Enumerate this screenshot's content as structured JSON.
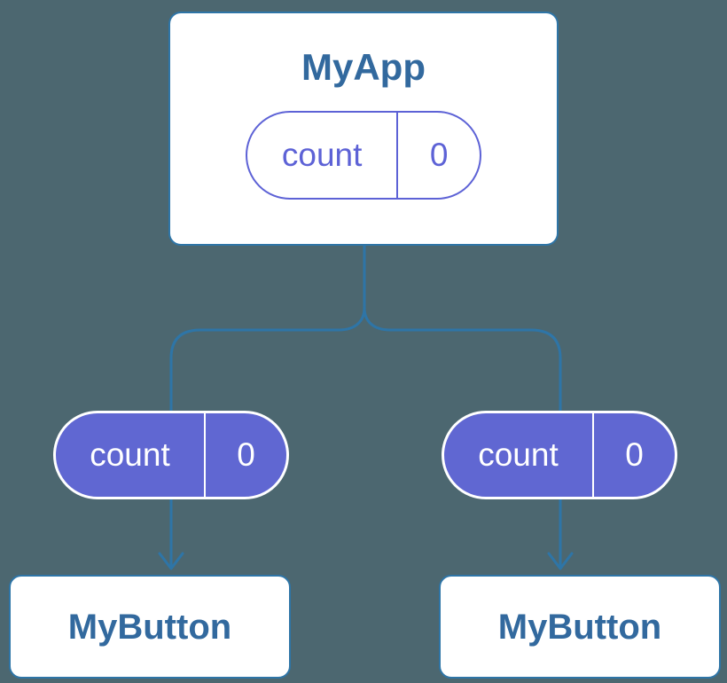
{
  "colors": {
    "background": "#4c6770",
    "connector_blue": "#2e75a7",
    "node_border_blue": "#2e75a7",
    "node_text_blue": "#32699e",
    "pill_fill_purple": "#6067d2",
    "pill_outline_purple": "#5d62d6",
    "pill_solid_text": "#ffffff"
  },
  "app": {
    "name": "MyApp",
    "state_pill": {
      "label": "count",
      "value": "0"
    }
  },
  "prop_pills": [
    {
      "label": "count",
      "value": "0"
    },
    {
      "label": "count",
      "value": "0"
    }
  ],
  "buttons": [
    {
      "name": "MyButton"
    },
    {
      "name": "MyButton"
    }
  ]
}
